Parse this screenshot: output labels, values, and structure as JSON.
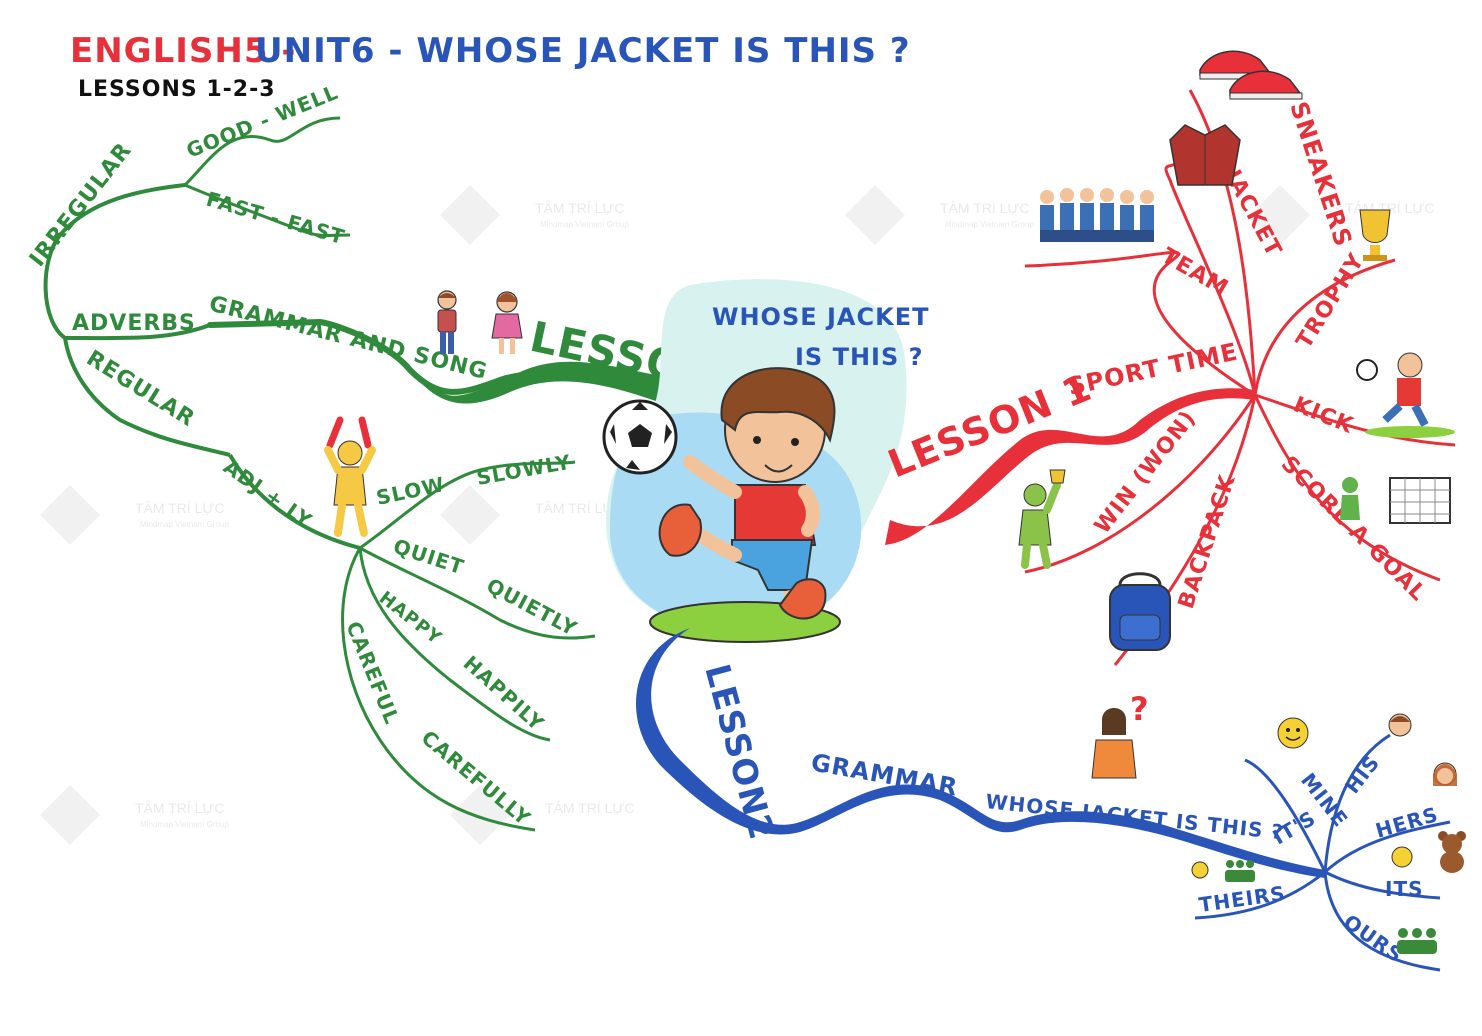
{
  "title": {
    "part1": "ENGLISH5 -",
    "part2": "UNIT6 - WHOSE  JACKET IS THIS ?",
    "subtitle": "LESSONS 1-2-3"
  },
  "center": {
    "question_line1": "WHOSE JACKET",
    "question_line2": "IS THIS ?"
  },
  "lesson3": {
    "label": "LESSON 3",
    "branch": "GRAMMAR AND SONG",
    "adverbs": "ADVERBS",
    "irregular": "IRREGULAR",
    "good_well": "GOOD - WELL",
    "fast_fast": "FAST - FAST",
    "regular": "REGULAR",
    "adj_ly": "ADJ + LY",
    "slow": "SLOW",
    "slowly": "SLOWLY",
    "quiet": "QUIET",
    "quietly": "QUIETLY",
    "happy": "HAPPY",
    "happily": "HAPPILY",
    "careful": "CAREFUL",
    "carefully": "CAREFULLY"
  },
  "lesson1": {
    "label": "LESSON 1",
    "branch": "SPORT TIME",
    "team": "TEAM",
    "jacket": "JACKET",
    "sneakers": "SNEAKERS",
    "trophy": "TROPHY",
    "kick": "KICK",
    "score": "SCORE A GOAL",
    "backpack": "BACKPACK",
    "win": "WIN (WON)"
  },
  "lesson2": {
    "label": "LESSON2",
    "branch": "GRAMMAR",
    "question": "WHOSE JACKET IS THIS ?",
    "its_contraction": "IT'S",
    "mine": "MINE",
    "his": "HIS",
    "hers": "HERS",
    "its": "ITS",
    "ours": "OURS",
    "theirs": "THEIRS"
  },
  "watermark": {
    "brand": "TÂM TRÍ LỰC",
    "tagline": "Mindmap Vietnam Group"
  },
  "colors": {
    "lesson3": "#2f8a3c",
    "lesson1": "#e8303a",
    "lesson2": "#2a55b8",
    "title_red": "#e8303a",
    "title_blue": "#2a55b8"
  }
}
